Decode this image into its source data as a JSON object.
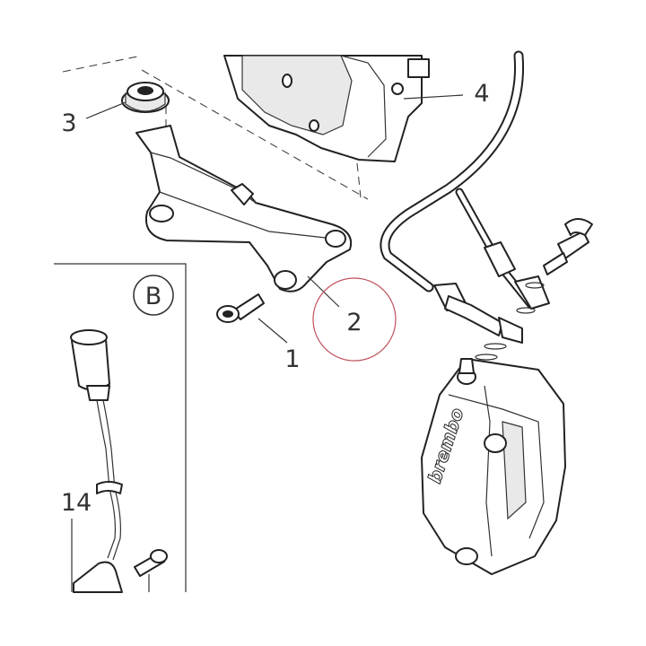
{
  "callouts": {
    "c1": "1",
    "c2": "2",
    "c3": "3",
    "c4": "4",
    "c14": "14"
  },
  "detail": {
    "label": "B"
  },
  "caliper_brand": "brembo",
  "colors": {
    "line": "#222222",
    "highlight_circle": "#c0505a",
    "background": "#ffffff"
  },
  "icons": {
    "bolt": "bolt-icon",
    "grommet": "grommet-icon",
    "bracket": "bracket-icon",
    "abs_unit": "abs-unit-icon",
    "brake_hose": "brake-hose-icon",
    "banjo_bolt": "banjo-bolt-icon",
    "caliper": "caliper-icon",
    "speed_sensor": "speed-sensor-icon"
  }
}
